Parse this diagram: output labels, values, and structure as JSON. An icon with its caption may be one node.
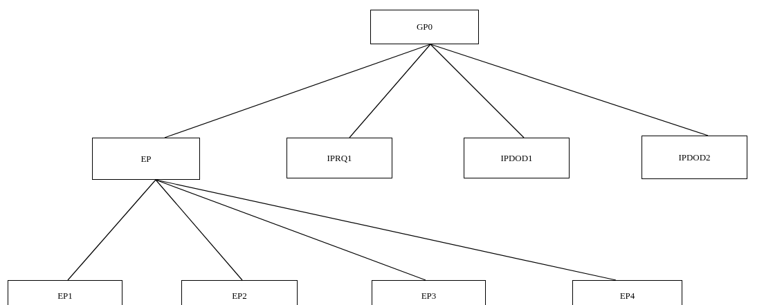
{
  "diagram": {
    "nodes": [
      {
        "text": [
          "GP0"
        ]
      },
      {
        "text": [
          "EP"
        ]
      },
      {
        "text": [
          "IPRQ1"
        ]
      },
      {
        "text": [
          "IPDOD1"
        ]
      },
      {
        "text": [
          "IPDOD2"
        ]
      },
      {
        "text": [
          "EP1"
        ]
      },
      {
        "text": [
          "EP2"
        ]
      },
      {
        "text": [
          "EP3"
        ]
      },
      {
        "text": [
          "EP4"
        ]
      }
    ],
    "edges": [
      {
        "from": 0,
        "to": 1,
        "arrow": "none"
      },
      {
        "from": 0,
        "to": 2,
        "arrow": "none"
      },
      {
        "from": 0,
        "to": 3,
        "arrow": "none"
      },
      {
        "from": 0,
        "to": 4,
        "arrow": "none"
      },
      {
        "from": 1,
        "to": 5,
        "arrow": "none"
      },
      {
        "from": 1,
        "to": 6,
        "arrow": "none"
      },
      {
        "from": 1,
        "to": 7,
        "arrow": "none"
      },
      {
        "from": 1,
        "to": 8,
        "arrow": "none"
      }
    ]
  }
}
